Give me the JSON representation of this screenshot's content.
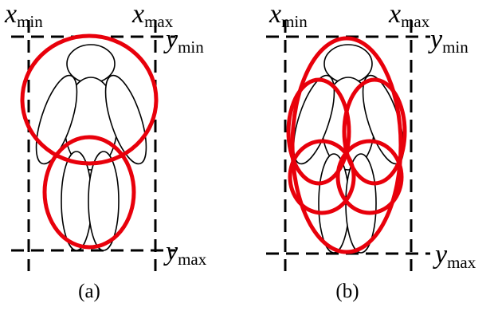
{
  "colors": {
    "ellipse": "#e8000b",
    "lines": "#000000",
    "background": "#ffffff"
  },
  "panels": [
    {
      "id": "a",
      "caption": "(a)",
      "labels": {
        "x_min_main": "x",
        "x_min_sub": "min",
        "x_max_main": "x",
        "x_max_sub": "max",
        "y_min_main": "y",
        "y_min_sub": "min",
        "y_max_main": "y",
        "y_max_sub": "max"
      }
    },
    {
      "id": "b",
      "caption": "(b)",
      "labels": {
        "x_min_main": "x",
        "x_min_sub": "min",
        "x_max_main": "x",
        "x_max_sub": "max",
        "y_min_main": "y",
        "y_min_sub": "min",
        "y_max_main": "y",
        "y_max_sub": "max"
      }
    }
  ]
}
